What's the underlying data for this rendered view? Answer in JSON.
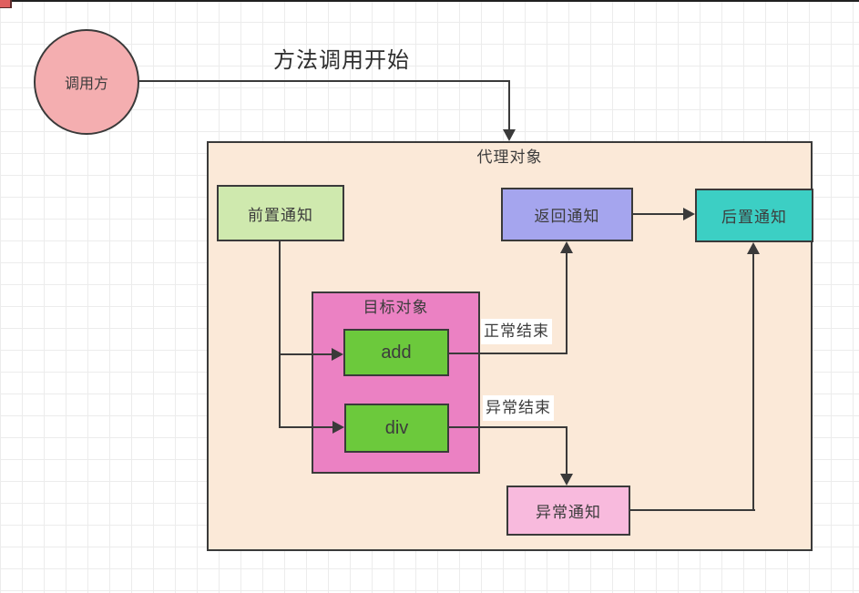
{
  "palette": {
    "line": "#3a3a3a",
    "grid_line": "#ececec",
    "corner_marker_fill": "#df5f5f",
    "caller_fill": "#f4aeb0",
    "proxy_fill": "#fbe9d8",
    "before_fill": "#cfe9ae",
    "return_fill": "#a5a5ee",
    "after_fill": "#3ccfc4",
    "target_fill": "#eb81c3",
    "method_fill": "#6cc93c",
    "exception_fill": "#f8badd",
    "edge_label_bg": "#ffffff"
  },
  "diagram": {
    "caller": {
      "label": "调用方"
    },
    "start_label": "方法调用开始",
    "proxy": {
      "label": "代理对象"
    },
    "before_advice": {
      "label": "前置通知"
    },
    "return_advice": {
      "label": "返回通知"
    },
    "after_advice": {
      "label": "后置通知"
    },
    "target": {
      "label": "目标对象"
    },
    "method_add": {
      "label": "add"
    },
    "method_div": {
      "label": "div"
    },
    "exception_advice": {
      "label": "异常通知"
    },
    "edge_labels": {
      "normal_end": "正常结束",
      "exception_end": "异常结束"
    }
  }
}
